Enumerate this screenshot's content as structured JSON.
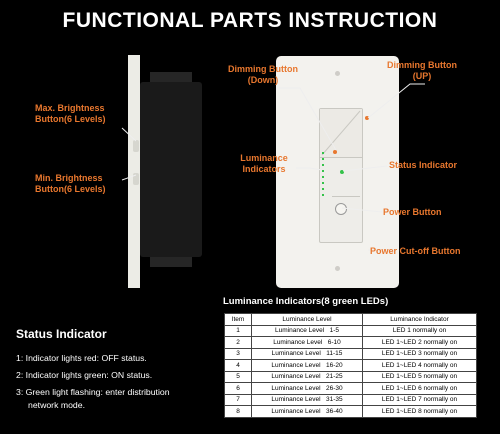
{
  "title": "FUNCTIONAL PARTS INSTRUCTION",
  "callouts": {
    "dimming_down": [
      "Dimming Button",
      "(Down)"
    ],
    "dimming_up": [
      "Dimming Button",
      "(UP)"
    ],
    "max_brightness": [
      "Max. Brightness",
      "Button(6 Levels)"
    ],
    "min_brightness": [
      "Min. Brightness",
      "Button(6 Levels)"
    ],
    "luminance_indicators": [
      "Luminance",
      "Indicators"
    ],
    "status_indicator": "Status Indicator",
    "power_button": "Power Button",
    "power_cutoff": "Power Cut-off Button"
  },
  "status": {
    "heading": "Status Indicator",
    "lines": [
      "1: Indicator lights red: OFF status.",
      "2: Indicator lights green: ON status.",
      "3: Green light flashing: enter distribution",
      "network mode."
    ]
  },
  "table": {
    "title": "Luminance Indicators(8 green LEDs)",
    "headers": [
      "Item",
      "Luminance Level",
      "Luminance Indicator"
    ],
    "rows": [
      [
        "1",
        "Luminance Level   1-5",
        "LED 1 normally on"
      ],
      [
        "2",
        "Luminance Level   6-10",
        "LED 1~LED 2 normally on"
      ],
      [
        "3",
        "Luminance Level   11-15",
        "LED 1~LED 3 normally on"
      ],
      [
        "4",
        "Luminance Level   16-20",
        "LED 1~LED 4 normally on"
      ],
      [
        "5",
        "Luminance Level   21-25",
        "LED 1~LED 5 normally on"
      ],
      [
        "6",
        "Luminance Level   26-30",
        "LED 1~LED 6 normally on"
      ],
      [
        "7",
        "Luminance Level   31-35",
        "LED 1~LED 7 normally on"
      ],
      [
        "8",
        "Luminance Level   36-40",
        "LED 1~LED 8 normally on"
      ]
    ]
  },
  "colors": {
    "background": "#000000",
    "accent": "#e8772e",
    "led_green": "#35c24a"
  }
}
